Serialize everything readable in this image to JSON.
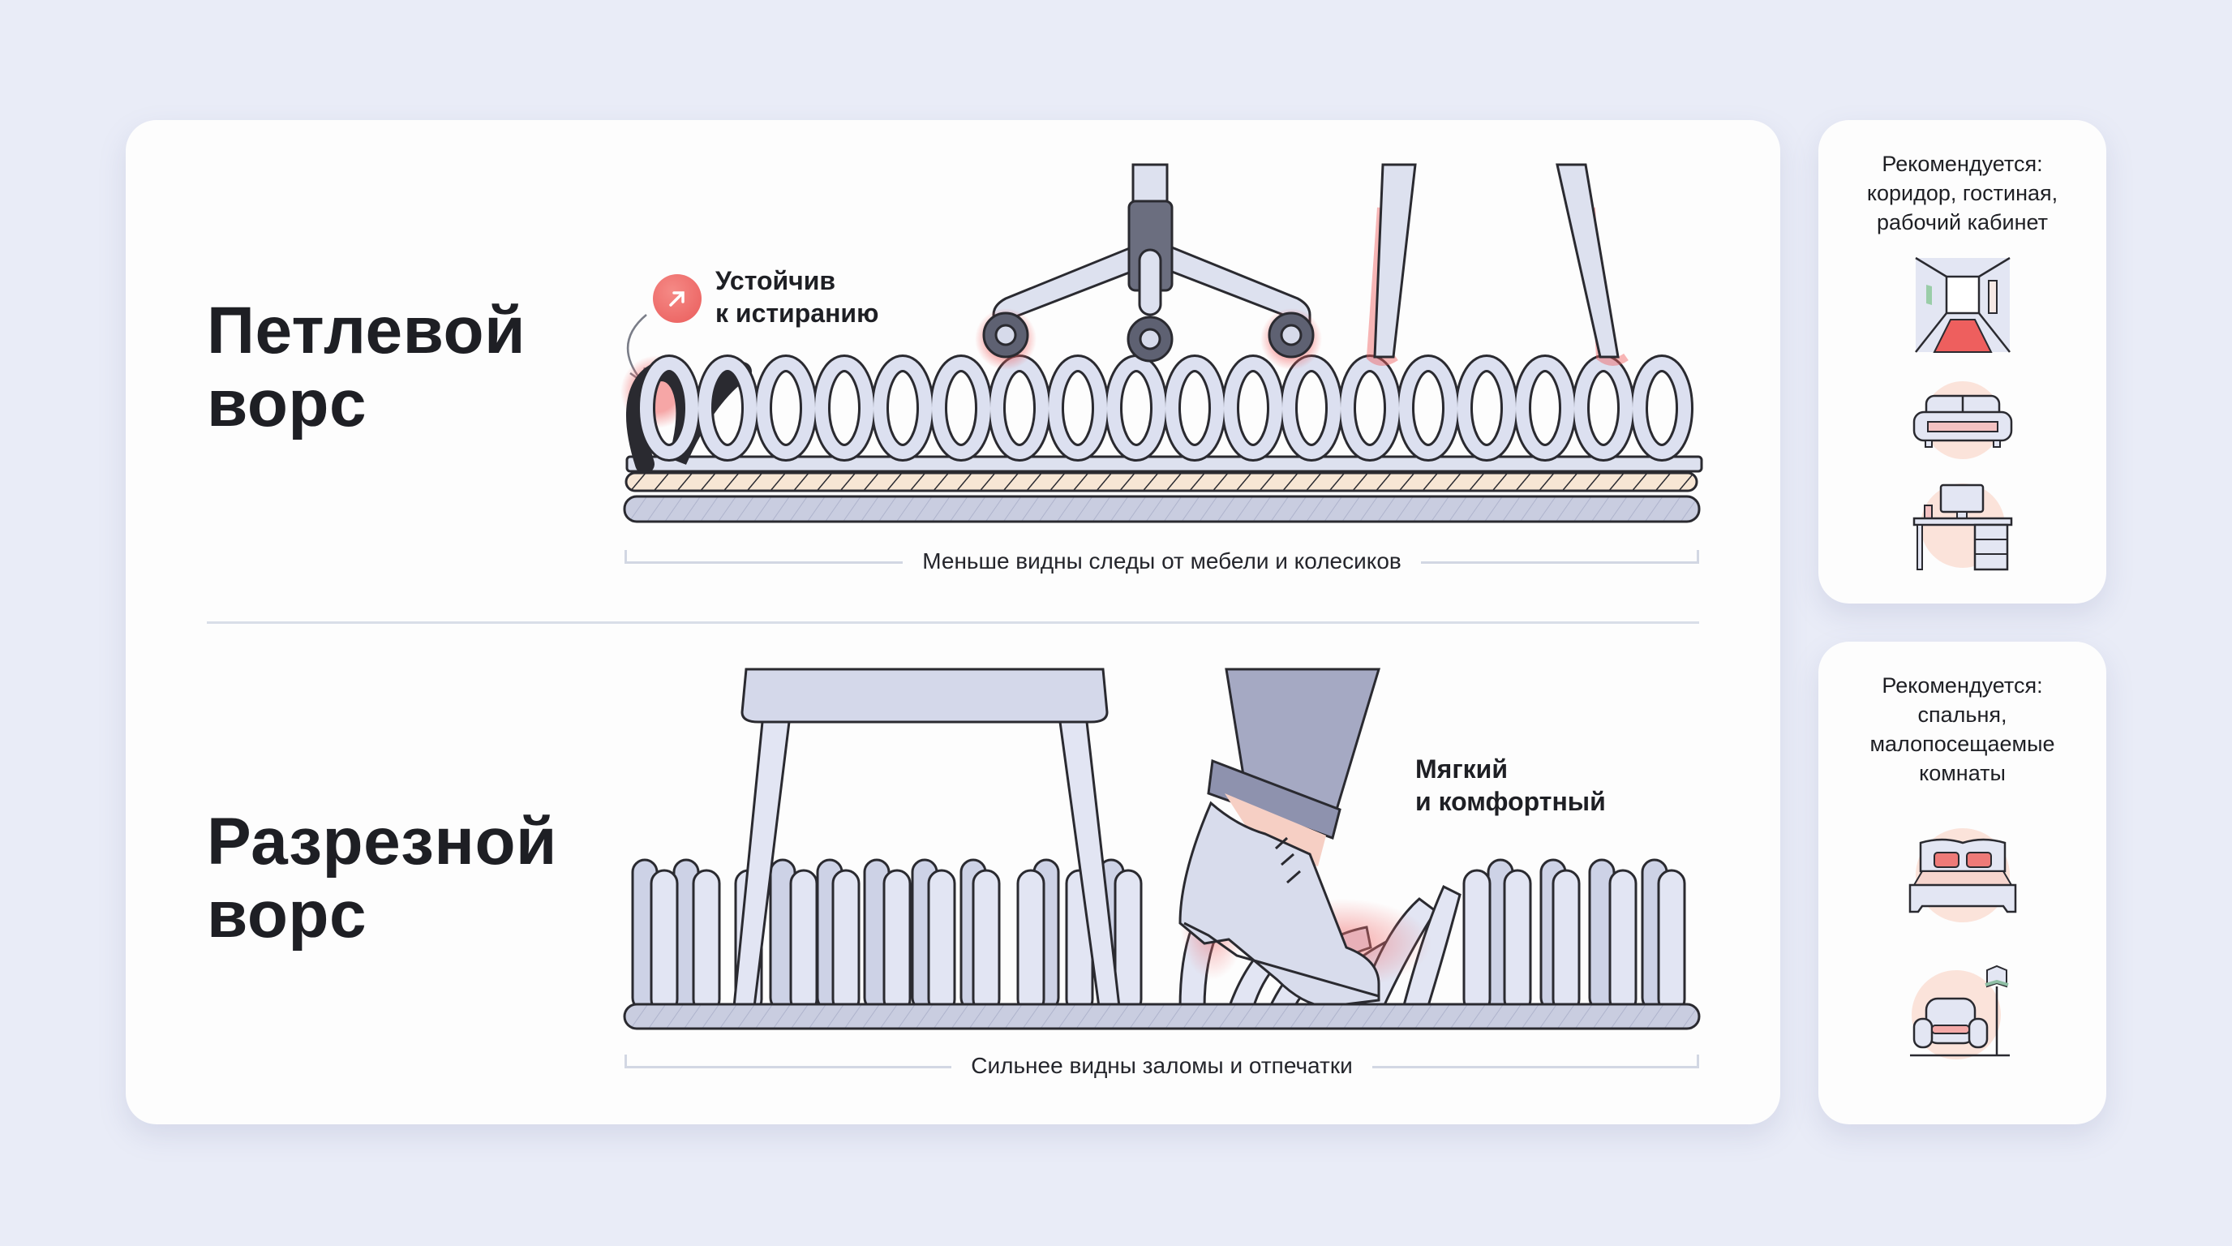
{
  "colors": {
    "background": "#E9ECF7",
    "card": "#FDFDFD",
    "accent_red": "#EA5C5B",
    "fiber": "#DADFF0",
    "outline": "#1E1F24",
    "rope": "#F7E6D4",
    "divider": "#D9DEE8"
  },
  "loop_pile": {
    "title_line1": "Петлевой",
    "title_line2": "ворс",
    "callout": {
      "icon": "arrow-up-right-icon",
      "line1": "Устойчив",
      "line2": "к истиранию"
    },
    "caption": "Меньше видны следы от мебели и колесиков"
  },
  "cut_pile": {
    "title_line1": "Разрезной",
    "title_line2": "ворс",
    "callout": {
      "line1": "Мягкий",
      "line2": "и комфортный"
    },
    "caption": "Сильнее видны заломы и отпечатки"
  },
  "recommendations": [
    {
      "line1": "Рекомендуется:",
      "line2": "коридор, гостиная,",
      "line3": "рабочий кабинет",
      "icons": [
        "hallway-icon",
        "sofa-icon",
        "desk-computer-icon"
      ]
    },
    {
      "line1": "Рекомендуется:",
      "line2": "спальня,",
      "line3": "малопосещаемые",
      "line4": "комнаты",
      "icons": [
        "bed-icon",
        "armchair-lamp-icon"
      ]
    }
  ]
}
